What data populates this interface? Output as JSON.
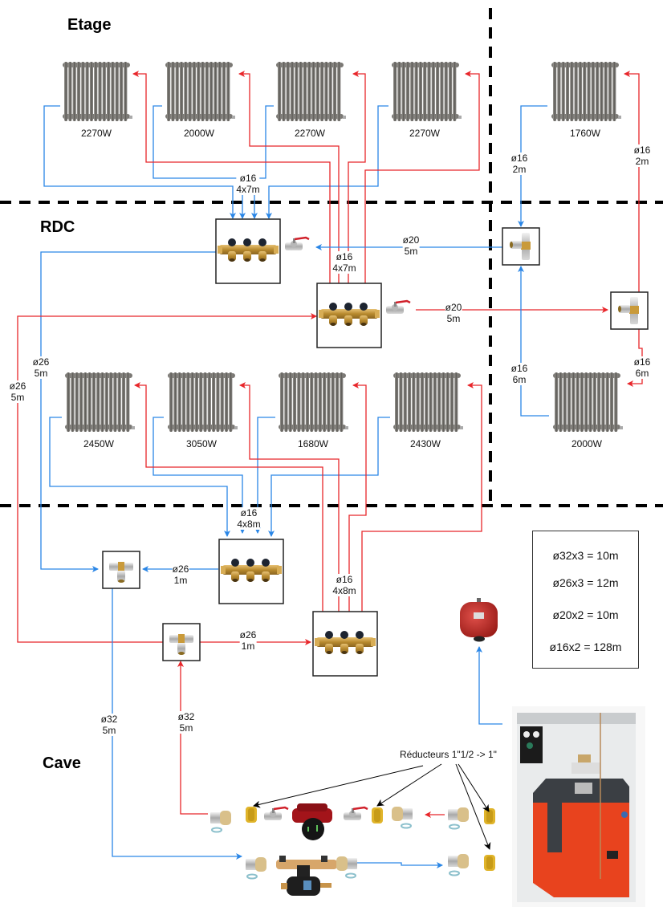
{
  "zones": {
    "etage": "Etage",
    "rdc": "RDC",
    "cave": "Cave"
  },
  "colors": {
    "supply": "#e8262a",
    "return": "#2a86e6",
    "divider": "#000000",
    "radiator": "#6e6c68",
    "manifold_brass": "#c89a3c",
    "boiler_body": "#e8431e",
    "expansion_tank": "#c42a24"
  },
  "radiators": {
    "etage": [
      {
        "power": "2270W"
      },
      {
        "power": "2000W"
      },
      {
        "power": "2270W"
      },
      {
        "power": "2270W"
      },
      {
        "power": "1760W"
      }
    ],
    "rdc": [
      {
        "power": "2450W"
      },
      {
        "power": "3050W"
      },
      {
        "power": "1680W"
      },
      {
        "power": "2430W"
      },
      {
        "power": "2000W"
      }
    ]
  },
  "pipe_labels": {
    "etage_return": {
      "d": "ø16",
      "len": "4x7m"
    },
    "etage_supply": {
      "d": "ø16",
      "len": "4x7m"
    },
    "etage_right_return": {
      "d": "ø16",
      "len": "2m"
    },
    "etage_right_supply": {
      "d": "ø16",
      "len": "2m"
    },
    "rdc_return_main": {
      "d": "ø20",
      "len": "5m"
    },
    "rdc_supply_main": {
      "d": "ø20",
      "len": "5m"
    },
    "rdc_right_return": {
      "d": "ø16",
      "len": "6m"
    },
    "rdc_right_supply": {
      "d": "ø16",
      "len": "6m"
    },
    "riser_return": {
      "d": "ø26",
      "len": "5m"
    },
    "riser_supply": {
      "d": "ø26",
      "len": "5m"
    },
    "rdc_return": {
      "d": "ø16",
      "len": "4x8m"
    },
    "rdc_supply": {
      "d": "ø16",
      "len": "4x8m"
    },
    "cave_return_tee": {
      "d": "ø26",
      "len": "1m"
    },
    "cave_supply_tee": {
      "d": "ø26",
      "len": "1m"
    },
    "cave_return_main": {
      "d": "ø32",
      "len": "5m"
    },
    "cave_supply_main": {
      "d": "ø32",
      "len": "5m"
    }
  },
  "summary": {
    "rows": [
      "ø32x3 = 10m",
      "ø26x3 = 12m",
      "ø20x2 = 10m",
      "ø16x2 = 128m"
    ]
  },
  "annotations": {
    "reducers": "Réducteurs 1\"1/2 -> 1\""
  },
  "components": {
    "manifolds": [
      "manifold-etage-return",
      "manifold-etage-supply",
      "manifold-rdc-return",
      "manifold-rdc-supply"
    ],
    "tees": [
      "tee-etage-right-return",
      "tee-etage-right-supply",
      "tee-cave-return",
      "tee-cave-supply"
    ],
    "equipment": [
      "circulation-pump",
      "ball-valve",
      "magnetic-filter",
      "expansion-tank",
      "boiler"
    ]
  }
}
